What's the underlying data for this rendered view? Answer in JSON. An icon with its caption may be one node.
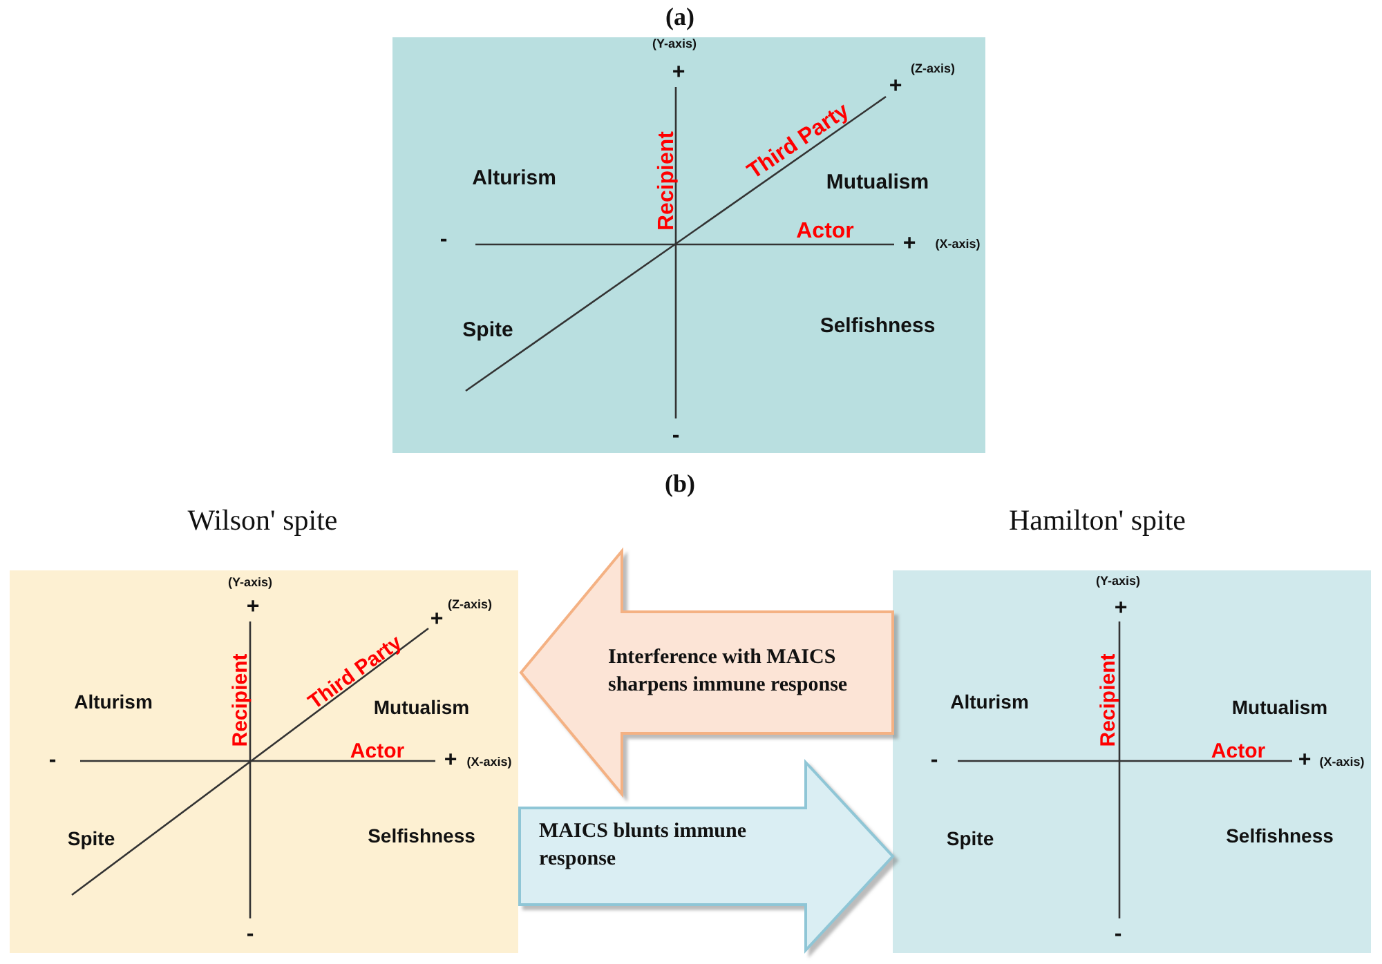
{
  "diagram": {
    "nodes": [
      {
        "text": [],
        "shape": "box",
        "beside": [
          "(a)"
        ]
      },
      {
        "text": [
          "Wilson' spite"
        ]
      },
      {
        "text": [
          "Hamilton' spite"
        ]
      }
    ],
    "edges": [
      {
        "from": 2,
        "to": 1,
        "arrow": "to",
        "label": "Interference with MAICS sharpens immune response"
      },
      {
        "from": 1,
        "to": 2,
        "arrow": "to",
        "label": "MAICS blunts immune response"
      }
    ],
    "labels": [
      "(Y-axis)",
      "+",
      "(Z-axis)",
      "+",
      "Third Party",
      "Recipient",
      "Alturism",
      "Mutualism",
      "-",
      "Actor",
      "+",
      "(X-axis)",
      "Spite",
      "Selfishness",
      "-",
      "(b)",
      "(Y-axis)",
      "+",
      "(Z-axis)",
      "+",
      "Third Party",
      "Recipient",
      "Alturism",
      "Mutualism",
      "-",
      "Actor",
      "+",
      "(X-axis)",
      "Spite",
      "Selfishness",
      "-",
      "(Y-axis)",
      "+",
      "Recipient",
      "Alturism",
      "Mutualism",
      "-",
      "Actor",
      "+",
      "(X-axis)",
      "Spite",
      "Selfishness",
      "-"
    ]
  }
}
